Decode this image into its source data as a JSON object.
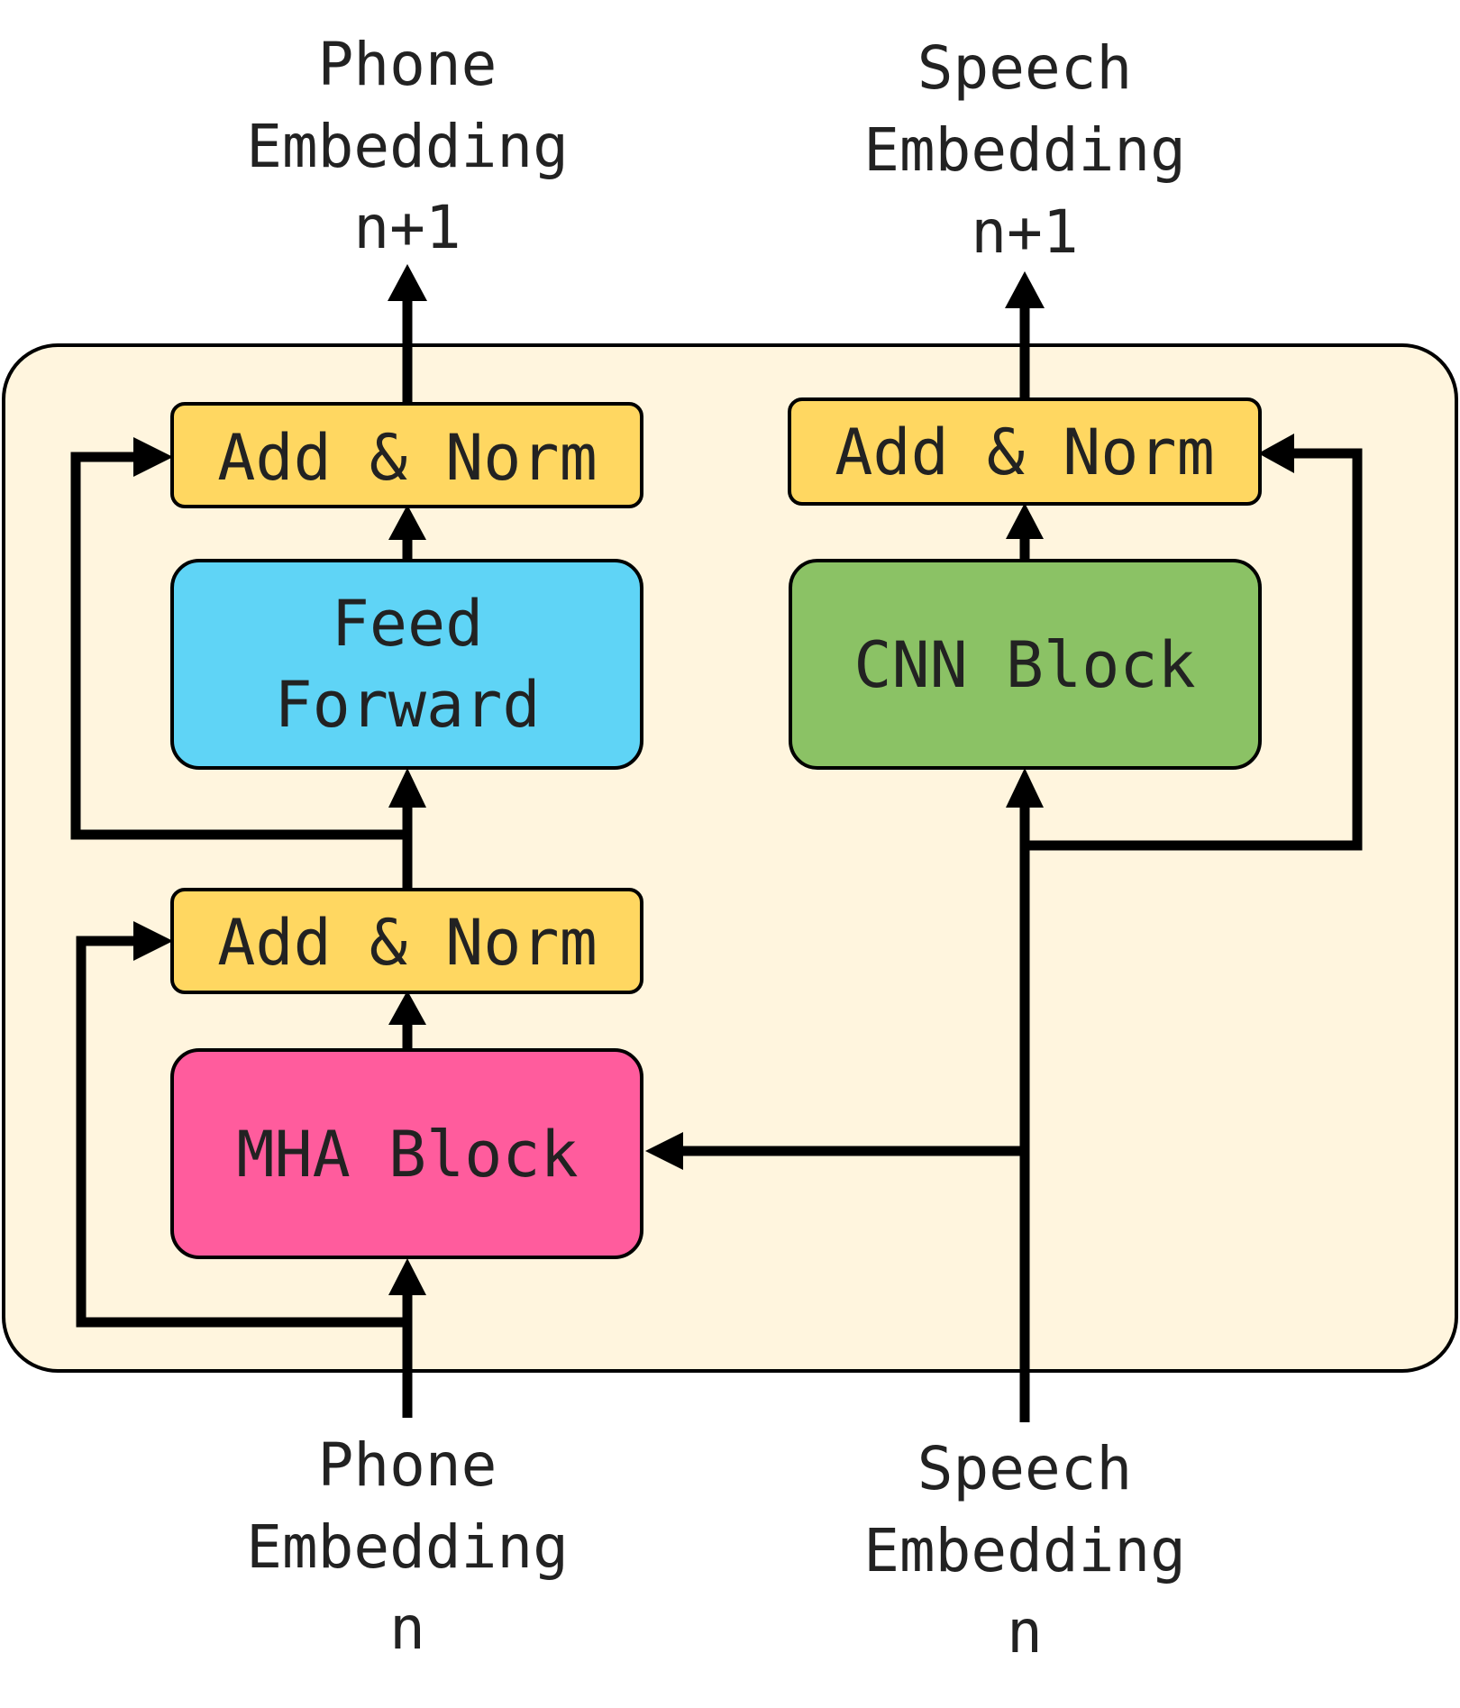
{
  "colors": {
    "container": "#fff5de",
    "add_norm": "#ffd761",
    "feed_forward": "#5fd4f6",
    "cnn_block": "#8bc265",
    "mha_block": "#ff5c9d"
  },
  "outputs": {
    "phone": [
      "Phone",
      "Embedding",
      "n+1"
    ],
    "speech": [
      "Speech",
      "Embedding",
      "n+1"
    ]
  },
  "inputs": {
    "phone": [
      "Phone",
      "Embedding",
      "n"
    ],
    "speech": [
      "Speech",
      "Embedding",
      "n"
    ]
  },
  "blocks": {
    "phone_add_norm_top": "Add & Norm",
    "feed_forward": [
      "Feed",
      "Forward"
    ],
    "phone_add_norm_bottom": "Add & Norm",
    "mha_block": "MHA Block",
    "speech_add_norm": "Add & Norm",
    "cnn_block": "CNN Block"
  }
}
